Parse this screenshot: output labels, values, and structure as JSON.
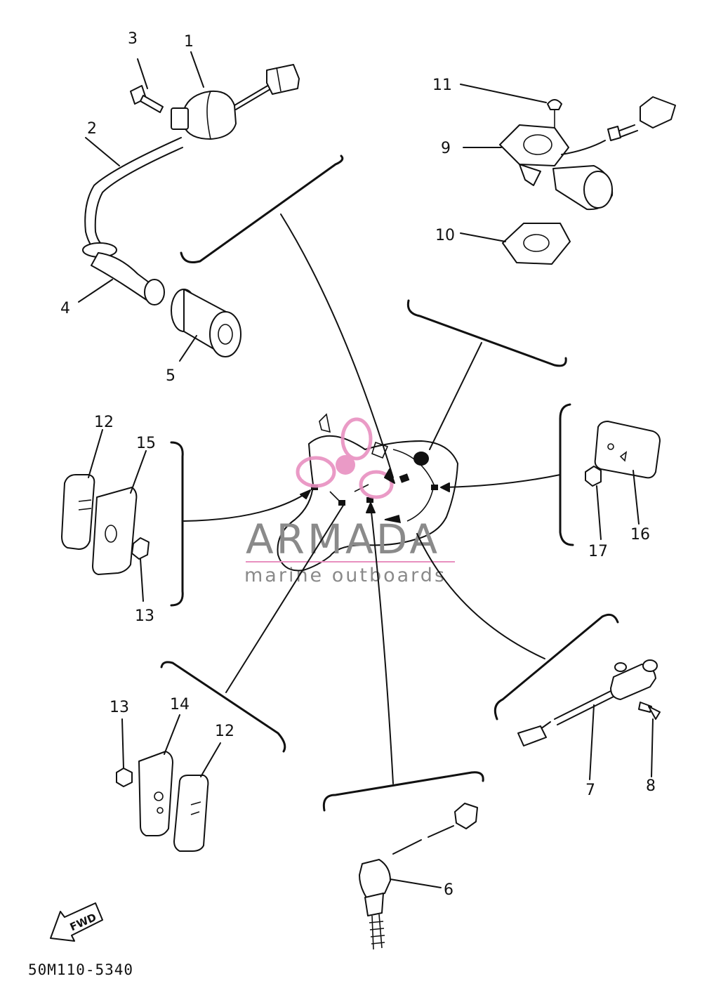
{
  "callouts": {
    "c1": "1",
    "c2": "2",
    "c3": "3",
    "c4": "4",
    "c5": "5",
    "c6": "6",
    "c7": "7",
    "c8": "8",
    "c9": "9",
    "c10": "10",
    "c11": "11",
    "c12a": "12",
    "c12b": "12",
    "c13a": "13",
    "c13b": "13",
    "c14": "14",
    "c15": "15",
    "c16": "16",
    "c17": "17"
  },
  "fwd_label": "FWD",
  "drawing_code": "50M110-5340",
  "watermark": {
    "title": "ARMADA",
    "subtitle": "marine outboards"
  },
  "colors": {
    "line": "#111111",
    "watermark_pink": "#e890c0",
    "watermark_text": "#8a8a8a"
  }
}
